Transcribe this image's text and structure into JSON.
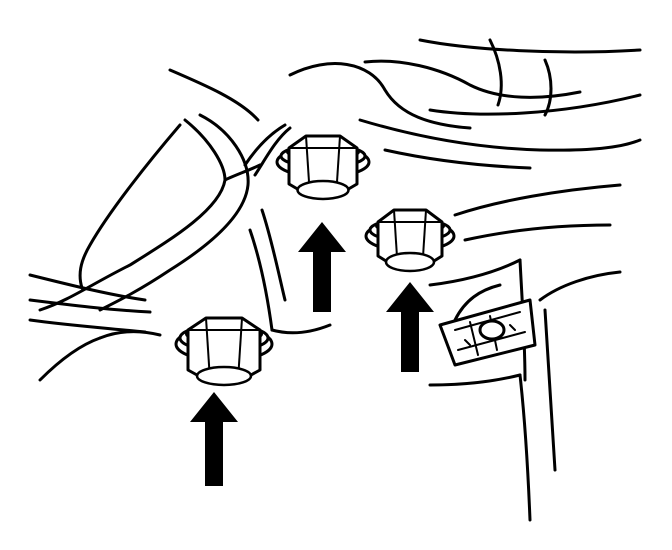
{
  "diagram": {
    "line_color": "#000000",
    "background_color": "#ffffff",
    "fasteners": [
      {
        "id": "left",
        "icon": "hex-bolt-icon"
      },
      {
        "id": "middle",
        "icon": "hex-bolt-icon"
      },
      {
        "id": "right",
        "icon": "hex-bolt-icon"
      }
    ],
    "callouts": [
      {
        "id": "left",
        "icon": "arrow-up-icon",
        "points_to": "left"
      },
      {
        "id": "middle",
        "icon": "arrow-up-icon",
        "points_to": "middle"
      },
      {
        "id": "right",
        "icon": "arrow-up-icon",
        "points_to": "right"
      }
    ]
  }
}
